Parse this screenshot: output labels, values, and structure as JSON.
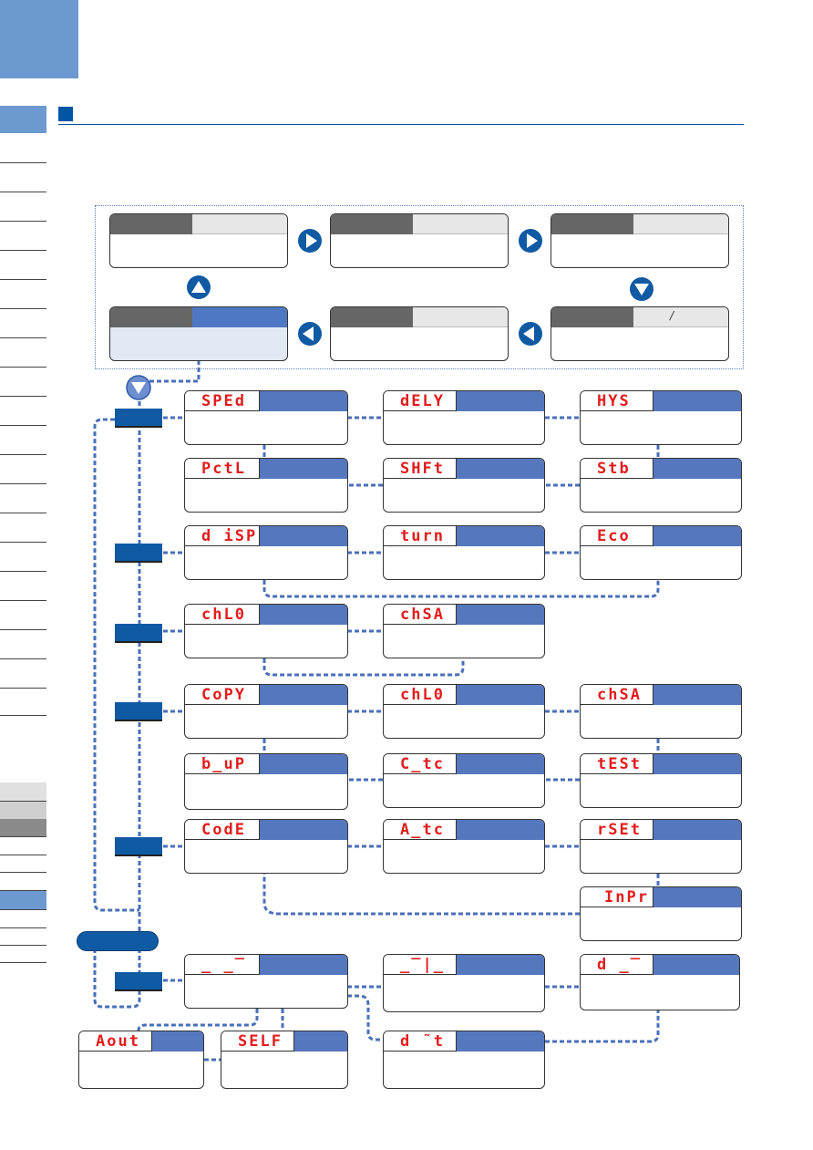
{
  "colors": {
    "accent": "#0056a4",
    "nav_blue": "#6d99d1",
    "code_red": "#e21c1c",
    "panel_blue": "#5577be",
    "link_blue": "#4a6fb8"
  },
  "icons": {
    "arrow_right": "play-right-icon",
    "arrow_left": "play-left-icon",
    "arrow_up": "triangle-up-icon",
    "arrow_down": "triangle-down-icon"
  },
  "mode_cycle": {
    "step_marker": "/"
  },
  "codes": {
    "sped": "SPEd",
    "dely": "dELY",
    "hys": "HYS",
    "pctl": "PctL",
    "shft": "SHFt",
    "stb": "Stb",
    "disp": "d iSP",
    "turn": "turn",
    "eco": "Eco",
    "chlo_1": "chL0",
    "chsa_1": "chSA",
    "copy": "CoPY",
    "chlo_2": "chL0",
    "chsa_2": "chSA",
    "bup": "b_uP",
    "ctc": "C_tc",
    "test": "tESt",
    "code": "CodE",
    "atc": "A_tc",
    "rset": "rSEt",
    "inpr": "InPr",
    "out1": "_ _‾",
    "out2": "_‾|_",
    "dout": "d _‾",
    "aout": "Aout",
    "self": "SELF",
    "dt": "d ˜t"
  }
}
